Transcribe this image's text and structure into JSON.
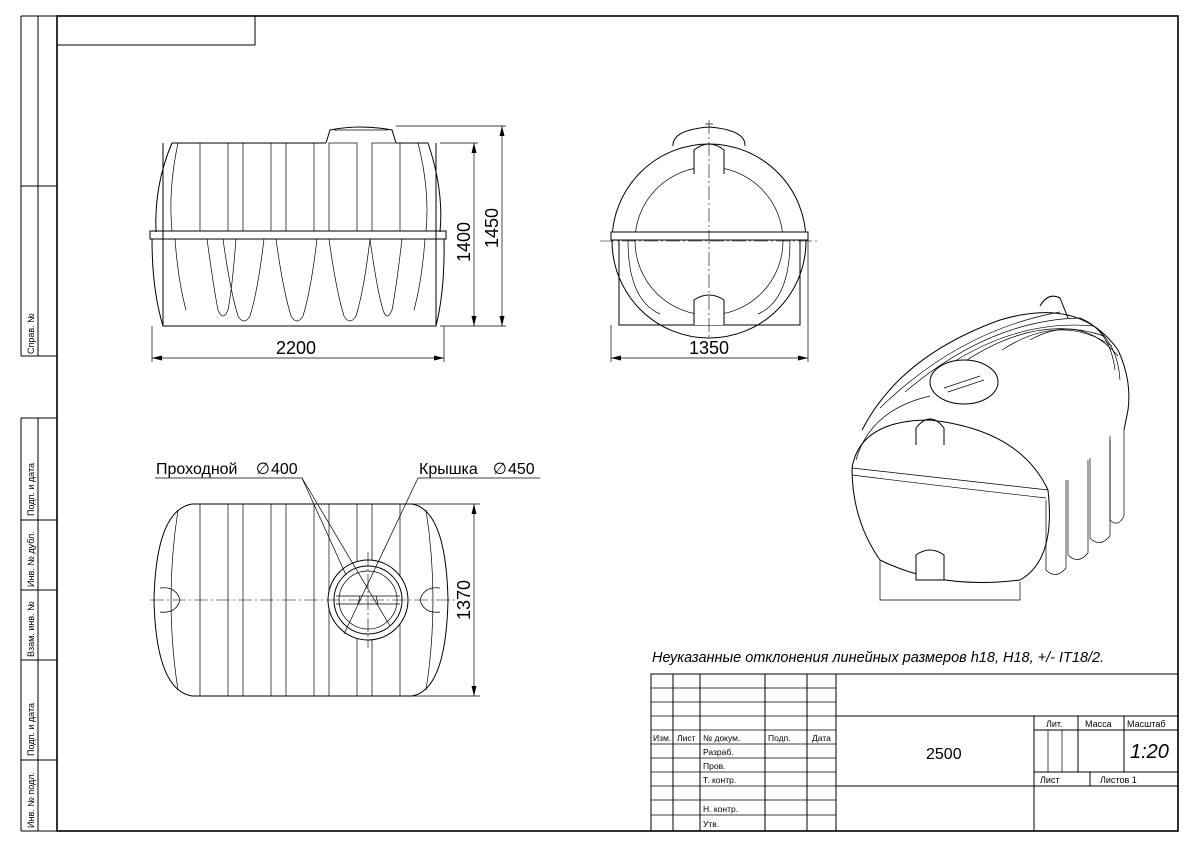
{
  "side_stamp": {
    "sprav": "Справ. №",
    "podp_data_1": "Подп. и дата",
    "inv_dubl": "Инв. № дубл.",
    "vzam_inv": "Взам. инв. №",
    "podp_data_2": "Подп. и дата",
    "inv_podl": "Инв. № подл."
  },
  "front_view": {
    "width": "2200",
    "height_inner": "1400",
    "height_total": "1450"
  },
  "side_view": {
    "width": "1350"
  },
  "top_view": {
    "length": "1370",
    "manhole_label": "Проходной",
    "manhole_dia": "400",
    "lid_label": "Крышка",
    "lid_dia": "450"
  },
  "note": "Неуказанные отклонения линейных размеров h18, H18,  +/- IT18/2.",
  "title_block": {
    "izm": "Изм.",
    "list": "Лист",
    "n_dokum": "№ докум.",
    "podp": "Подп.",
    "data": "Дата",
    "razrab": "Разраб.",
    "prov": "Пров.",
    "t_kontr": "Т. контр.",
    "n_kontr": "Н. контр.",
    "utv": "Утв.",
    "designation": "2500",
    "lit": "Лит.",
    "massa": "Масса",
    "masshtab": "Масштаб",
    "scale": "1:20",
    "list_label": "Лист",
    "listov": "Листов 1"
  }
}
